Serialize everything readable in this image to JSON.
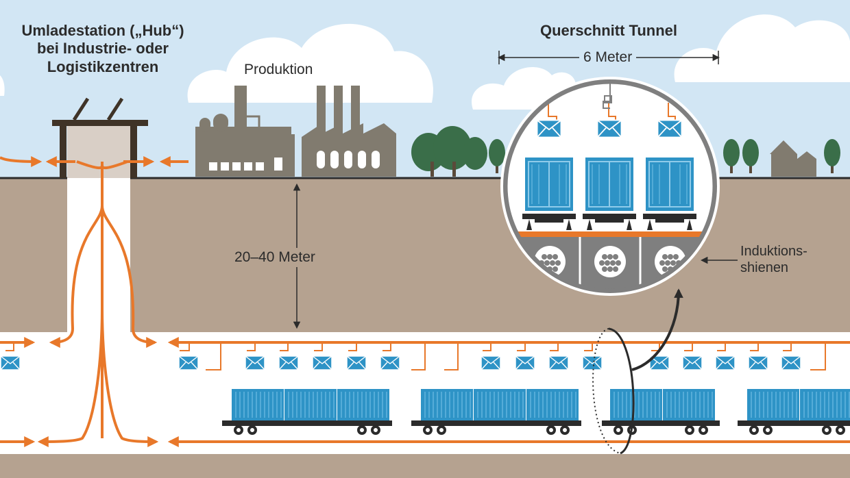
{
  "labels": {
    "hub_line1": "Umladestation („Hub“)",
    "hub_line2": "bei Industrie- oder",
    "hub_line3": "Logistikzentren",
    "production": "Produktion",
    "cross_section_title": "Querschnitt Tunnel",
    "tunnel_width": "6 Meter",
    "depth": "20–40 Meter",
    "induction_line1": "Induktions-",
    "induction_line2": "shienen"
  },
  "colors": {
    "sky": "#d2e6f4",
    "ground": "#b5a290",
    "tunnel": "#ffffff",
    "route_orange": "#e8782a",
    "container_blue": "#2e93c6",
    "building_gray": "#817b6f",
    "tree_green": "#3a6e49",
    "rail_dark": "#2b2b2b"
  },
  "icons": {
    "package": "envelope-box-icon",
    "container": "shipping-container-icon",
    "factory": "factory-icon",
    "tree": "tree-icon",
    "house": "house-icon"
  }
}
